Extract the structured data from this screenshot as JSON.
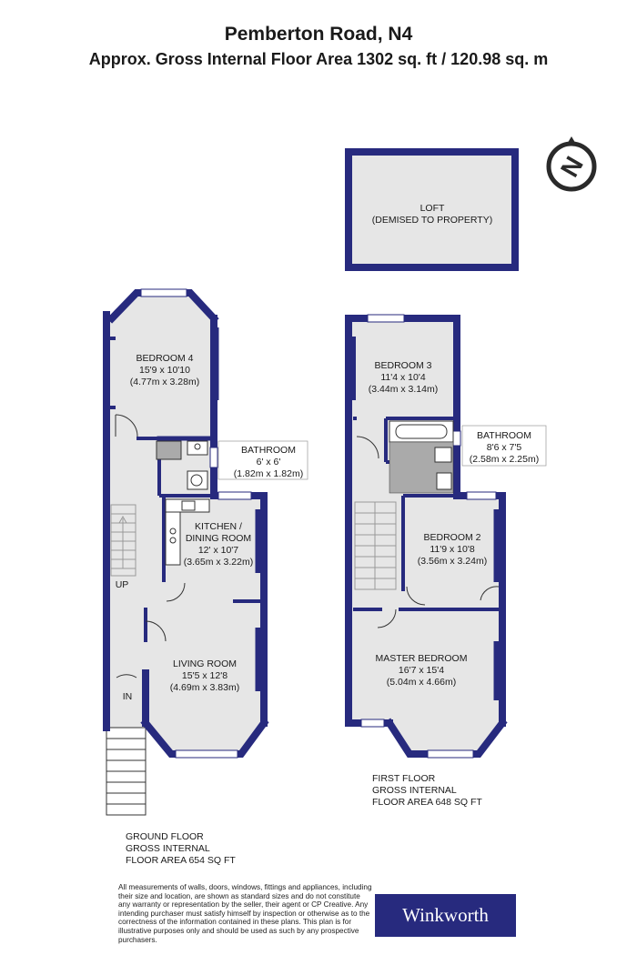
{
  "header": {
    "address": "Pemberton Road, N4",
    "area": "Approx. Gross Internal Floor Area 1302 sq. ft / 120.98 sq. m"
  },
  "compass": {
    "letter": "N"
  },
  "colors": {
    "wall": "#272a7e",
    "floor": "#e6e6e6",
    "logo_bg": "#272a7e"
  },
  "loft": {
    "line1": "LOFT",
    "line2": "(DEMISED TO PROPERTY)"
  },
  "ground_floor": {
    "rooms": {
      "bedroom4": {
        "name": "BEDROOM 4",
        "imperial": "15'9 x 10'10",
        "metric": "(4.77m x 3.28m)"
      },
      "bathroom": {
        "name": "BATHROOM",
        "imperial": "6' x 6'",
        "metric": "(1.82m x 1.82m)"
      },
      "kitchen": {
        "name": "KITCHEN /",
        "name2": "DINING ROOM",
        "imperial": "12' x 10'7",
        "metric": "(3.65m x 3.22m)"
      },
      "living": {
        "name": "LIVING ROOM",
        "imperial": "15'5 x 12'8",
        "metric": "(4.69m x 3.83m)"
      }
    },
    "labels": {
      "up": "UP",
      "in": "IN"
    },
    "info": "GROUND FLOOR\nGROSS INTERNAL\nFLOOR AREA 654 SQ FT"
  },
  "first_floor": {
    "rooms": {
      "bedroom3": {
        "name": "BEDROOM 3",
        "imperial": "11'4 x 10'4",
        "metric": "(3.44m x 3.14m)"
      },
      "bathroom": {
        "name": "BATHROOM",
        "imperial": "8'6 x 7'5",
        "metric": "(2.58m x 2.25m)"
      },
      "bedroom2": {
        "name": "BEDROOM 2",
        "imperial": "11'9 x 10'8",
        "metric": "(3.56m x 3.24m)"
      },
      "master": {
        "name": "MASTER BEDROOM",
        "imperial": "16'7 x 15'4",
        "metric": "(5.04m x 4.66m)"
      }
    },
    "info": "FIRST FLOOR\nGROSS INTERNAL\nFLOOR AREA 648 SQ FT"
  },
  "footer": {
    "disclaimer": "All measurements of walls, doors, windows, fittings and appliances, including their size and location, are shown as standard sizes and do not constitute any warranty or representation by the seller, their agent or CP Creative. Any intending purchaser must satisfy himself by inspection or otherwise as to the correctness of the information contained in these plans. This plan is for illustrative purposes only and should be used as such by any prospective purchasers.",
    "brand": "Winkworth"
  }
}
